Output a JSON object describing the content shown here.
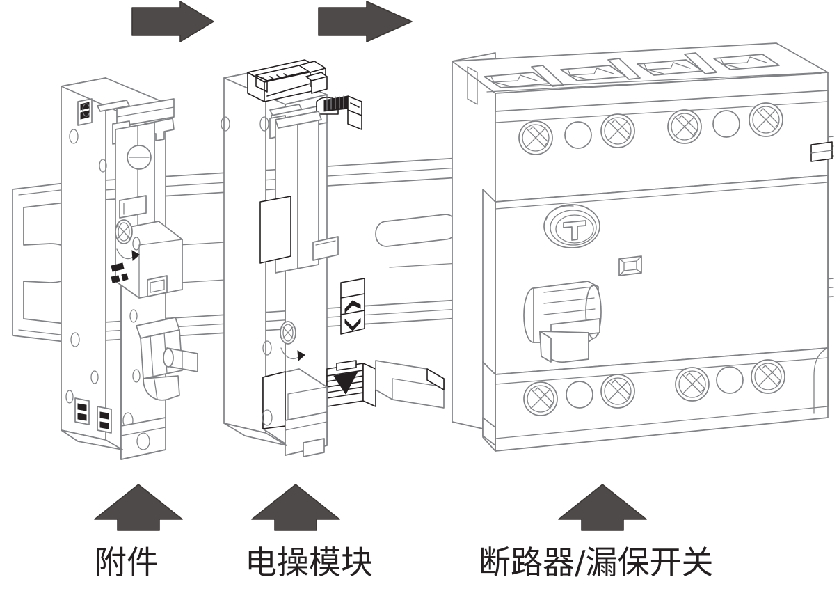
{
  "diagram": {
    "title_visible": false,
    "type": "exploded-assembly-line-drawing",
    "stroke_color": "#808285",
    "stroke_color_dark": "#231f20",
    "background": "#ffffff",
    "arrow_color": "#4d4a49"
  },
  "labels": {
    "accessory": "附件",
    "operating_module": "电操模块",
    "breaker": "断路器/漏保开关"
  },
  "arrows": {
    "right_1": "arrow-right",
    "right_2": "arrow-right",
    "up_accessory": "arrow-up",
    "up_module": "arrow-up",
    "up_breaker": "arrow-up"
  },
  "markings": {
    "test_button": "T",
    "module_up_indicator": "▲",
    "module_down_indicator": "▼",
    "module_lower_indicator": "▼"
  },
  "components": [
    {
      "id": "accessory",
      "name": "附件",
      "poles": 1,
      "features": [
        "side-vent-marks",
        "rotary-screw",
        "toggle-lever",
        "din-clip"
      ]
    },
    {
      "id": "operating-module",
      "name": "电操模块",
      "poles": 1,
      "features": [
        "top-connector",
        "up-down-indicator",
        "reset-slide",
        "din-clip"
      ]
    },
    {
      "id": "breaker",
      "name": "断路器/漏保开关",
      "poles": 4,
      "features": [
        "top-terminals",
        "bottom-terminals",
        "test-button",
        "toggle-handle",
        "rating-window"
      ]
    }
  ],
  "din_rail": {
    "name": "din-rail",
    "profile": "top-hat"
  }
}
